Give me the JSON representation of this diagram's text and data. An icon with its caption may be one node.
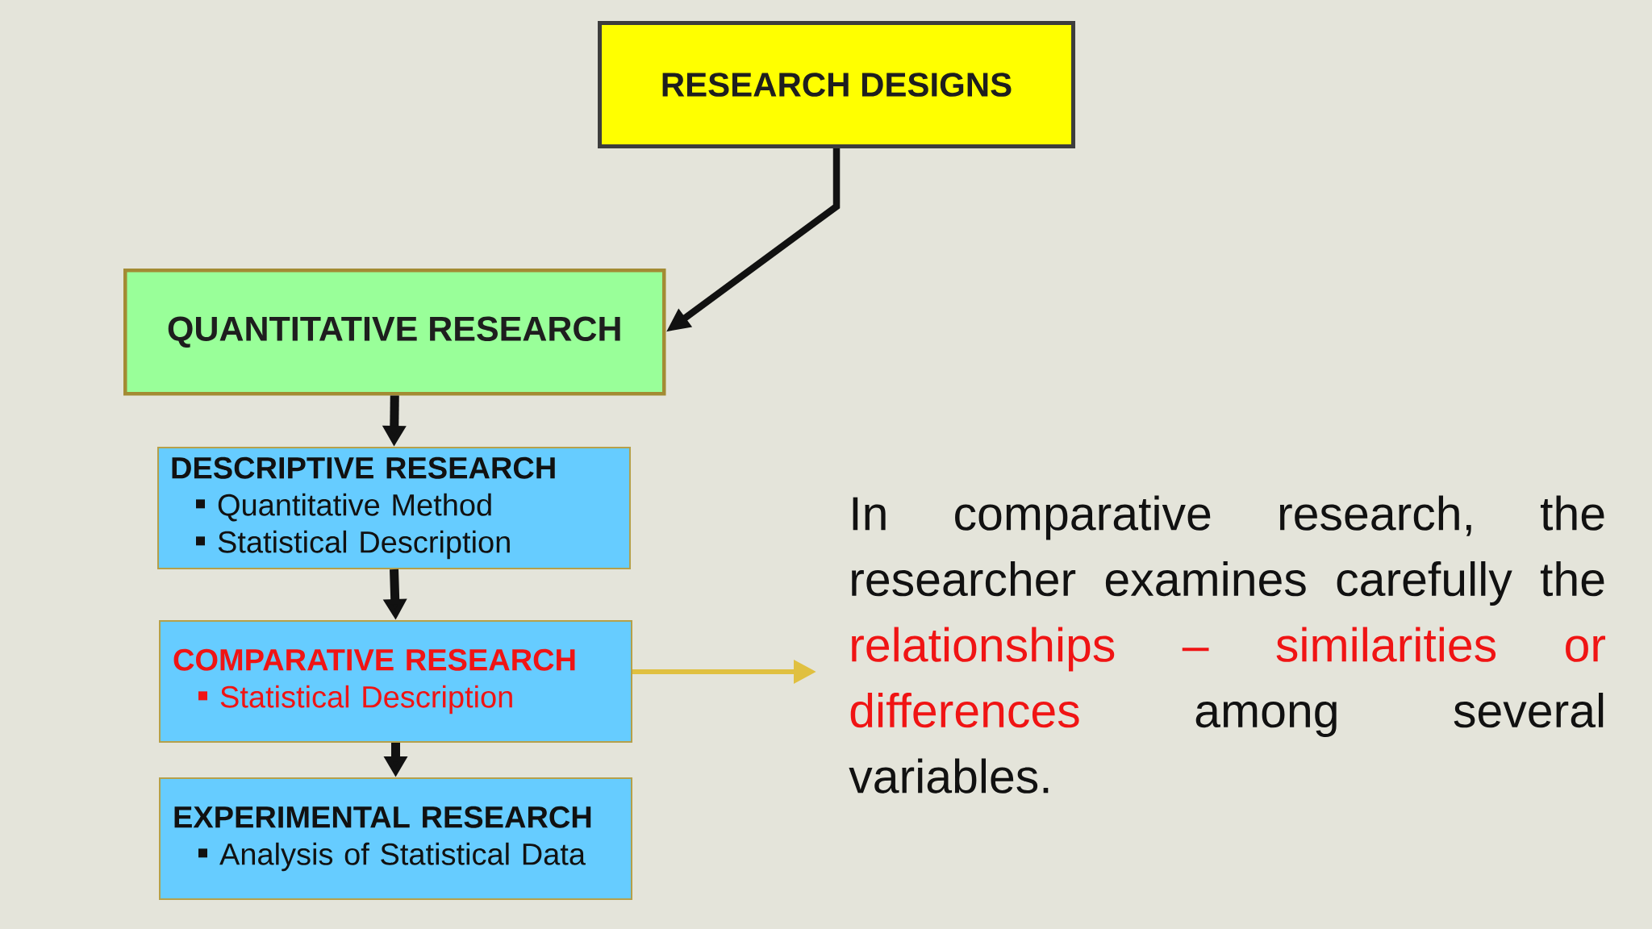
{
  "diagram": {
    "nodes": [
      {
        "text": [
          "RESEARCH DESIGNS"
        ]
      },
      {
        "text": [
          "QUANTITATIVE RESEARCH"
        ]
      },
      {
        "text": [
          "DESCRIPTIVE RESEARCH",
          "Quantitative Method",
          "Statistical Description"
        ]
      },
      {
        "text": [
          "COMPARATIVE RESEARCH",
          "Statistical Description"
        ]
      },
      {
        "text": [
          "EXPERIMENTAL RESEARCH",
          "Analysis of Statistical Data"
        ]
      },
      {
        "text": [
          "In comparative research, the researcher examines carefully the",
          "relationships – similarities or differences",
          "among several variables."
        ]
      }
    ],
    "edges": [
      {
        "from": 0,
        "to": 1,
        "arrow": "to"
      },
      {
        "from": 1,
        "to": 2,
        "arrow": "to"
      },
      {
        "from": 2,
        "to": 3,
        "arrow": "to"
      },
      {
        "from": 3,
        "to": 4,
        "arrow": "to"
      },
      {
        "from": 3,
        "to": 5,
        "arrow": "to",
        "color": "#e0c040"
      }
    ]
  }
}
